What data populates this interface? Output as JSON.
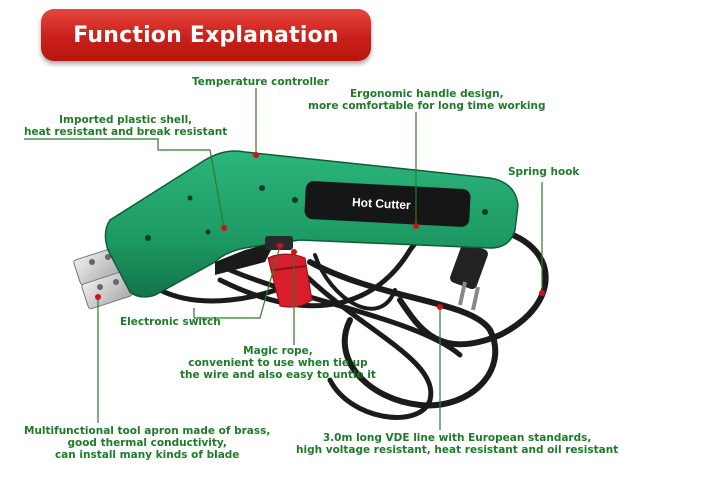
{
  "title": "Function Explanation",
  "product_label": "Hot Cutter",
  "colors": {
    "banner": "#c9201b",
    "text": "#1f7a2a",
    "body": "#1fa06a",
    "leader_line": "#2d7a2d",
    "marker": "#d0101a"
  },
  "callouts": {
    "temperature": [
      "Temperature controller"
    ],
    "ergonomic": [
      "Ergonomic handle design,",
      "more comfortable for long time working"
    ],
    "shell": [
      "Imported plastic shell,",
      "heat resistant and break resistant"
    ],
    "spring": [
      "Spring hook"
    ],
    "switch": [
      "Electronic switch"
    ],
    "magic": [
      "Magic rope,",
      "convenient to use when tie up",
      "the wire and also easy to untie it"
    ],
    "apron": [
      "Multifunctional tool apron made of brass,",
      "good thermal conductivity,",
      "can install many kinds of blade"
    ],
    "cable": [
      "3.0m long VDE line with European standards,",
      "high voltage resistant, heat resistant and oil resistant"
    ]
  }
}
